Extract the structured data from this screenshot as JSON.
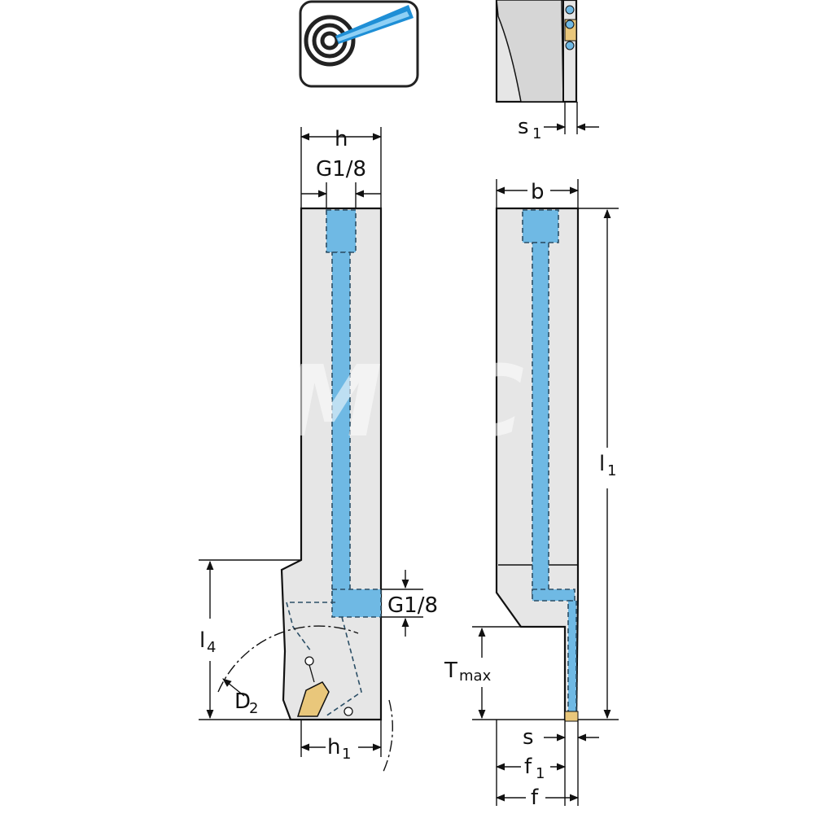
{
  "labels": {
    "h": "h",
    "g18_top": "G1/8",
    "s1": "s",
    "s1_sub": "1",
    "b": "b",
    "l1": "l",
    "l1_sub": "1",
    "l4": "l",
    "l4_sub": "4",
    "g18_side": "G1/8",
    "tmax": "T",
    "tmax_sub": "max",
    "d2": "D",
    "d2_sub": "2",
    "h1": "h",
    "h1_sub": "1",
    "s": "s",
    "f1": "f",
    "f1_sub": "1",
    "f": "f"
  },
  "watermark": "MSC",
  "icons": [
    "coolant-target-icon"
  ],
  "colors": {
    "tool_body": "#e6e6e6",
    "coolant": "#6fb9e4",
    "insert": "#e9c77b",
    "icon_blue": "#1f8fd6"
  }
}
